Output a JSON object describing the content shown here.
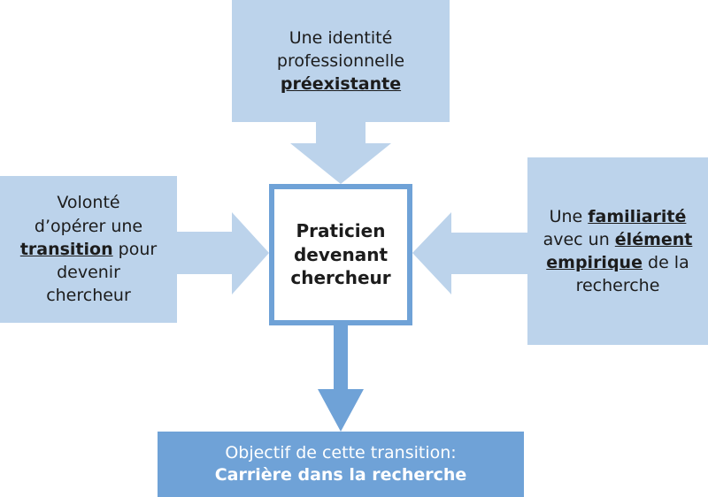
{
  "colors": {
    "light_blue": "#bcd3eb",
    "mid_blue": "#6fa2d7",
    "white": "#ffffff",
    "text": "#1c1c1c"
  },
  "top": {
    "line1": "Une identité",
    "line2": "professionnelle",
    "line3_bold": "préexistante"
  },
  "left": {
    "line1": "Volonté",
    "line2": "d’opérer une",
    "line3_bold": "transition",
    "line3_rest": " pour",
    "line4": "devenir",
    "line5": "chercheur"
  },
  "right": {
    "line1_start": "Une ",
    "line1_bold": "familiarité",
    "line2_start": "avec un ",
    "line2_bold": "élément",
    "line3_bold": "empirique",
    "line3_rest": " de la",
    "line4": "recherche"
  },
  "center": {
    "line1": "Praticien",
    "line2": "devenant",
    "line3": "chercheur"
  },
  "bottom": {
    "line1": "Objectif de cette transition:",
    "line2_bold": "Carrière dans la recherche"
  }
}
